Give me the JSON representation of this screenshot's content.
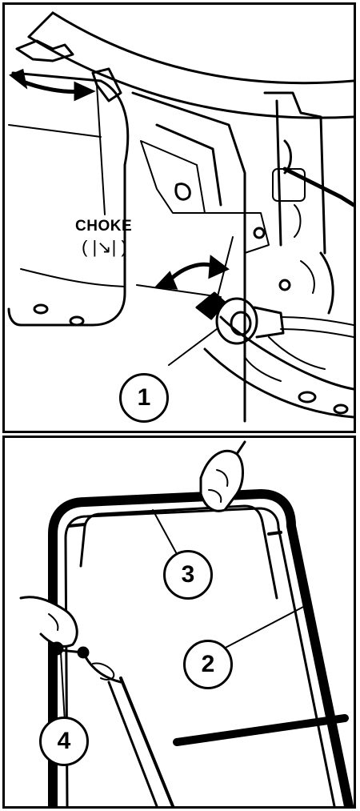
{
  "top_panel": {
    "choke_label": "CHOKE",
    "choke_symbol": "( |↘| )",
    "callout_1": "1"
  },
  "bottom_panel": {
    "callout_2": "2",
    "callout_3": "3",
    "callout_4": "4"
  }
}
